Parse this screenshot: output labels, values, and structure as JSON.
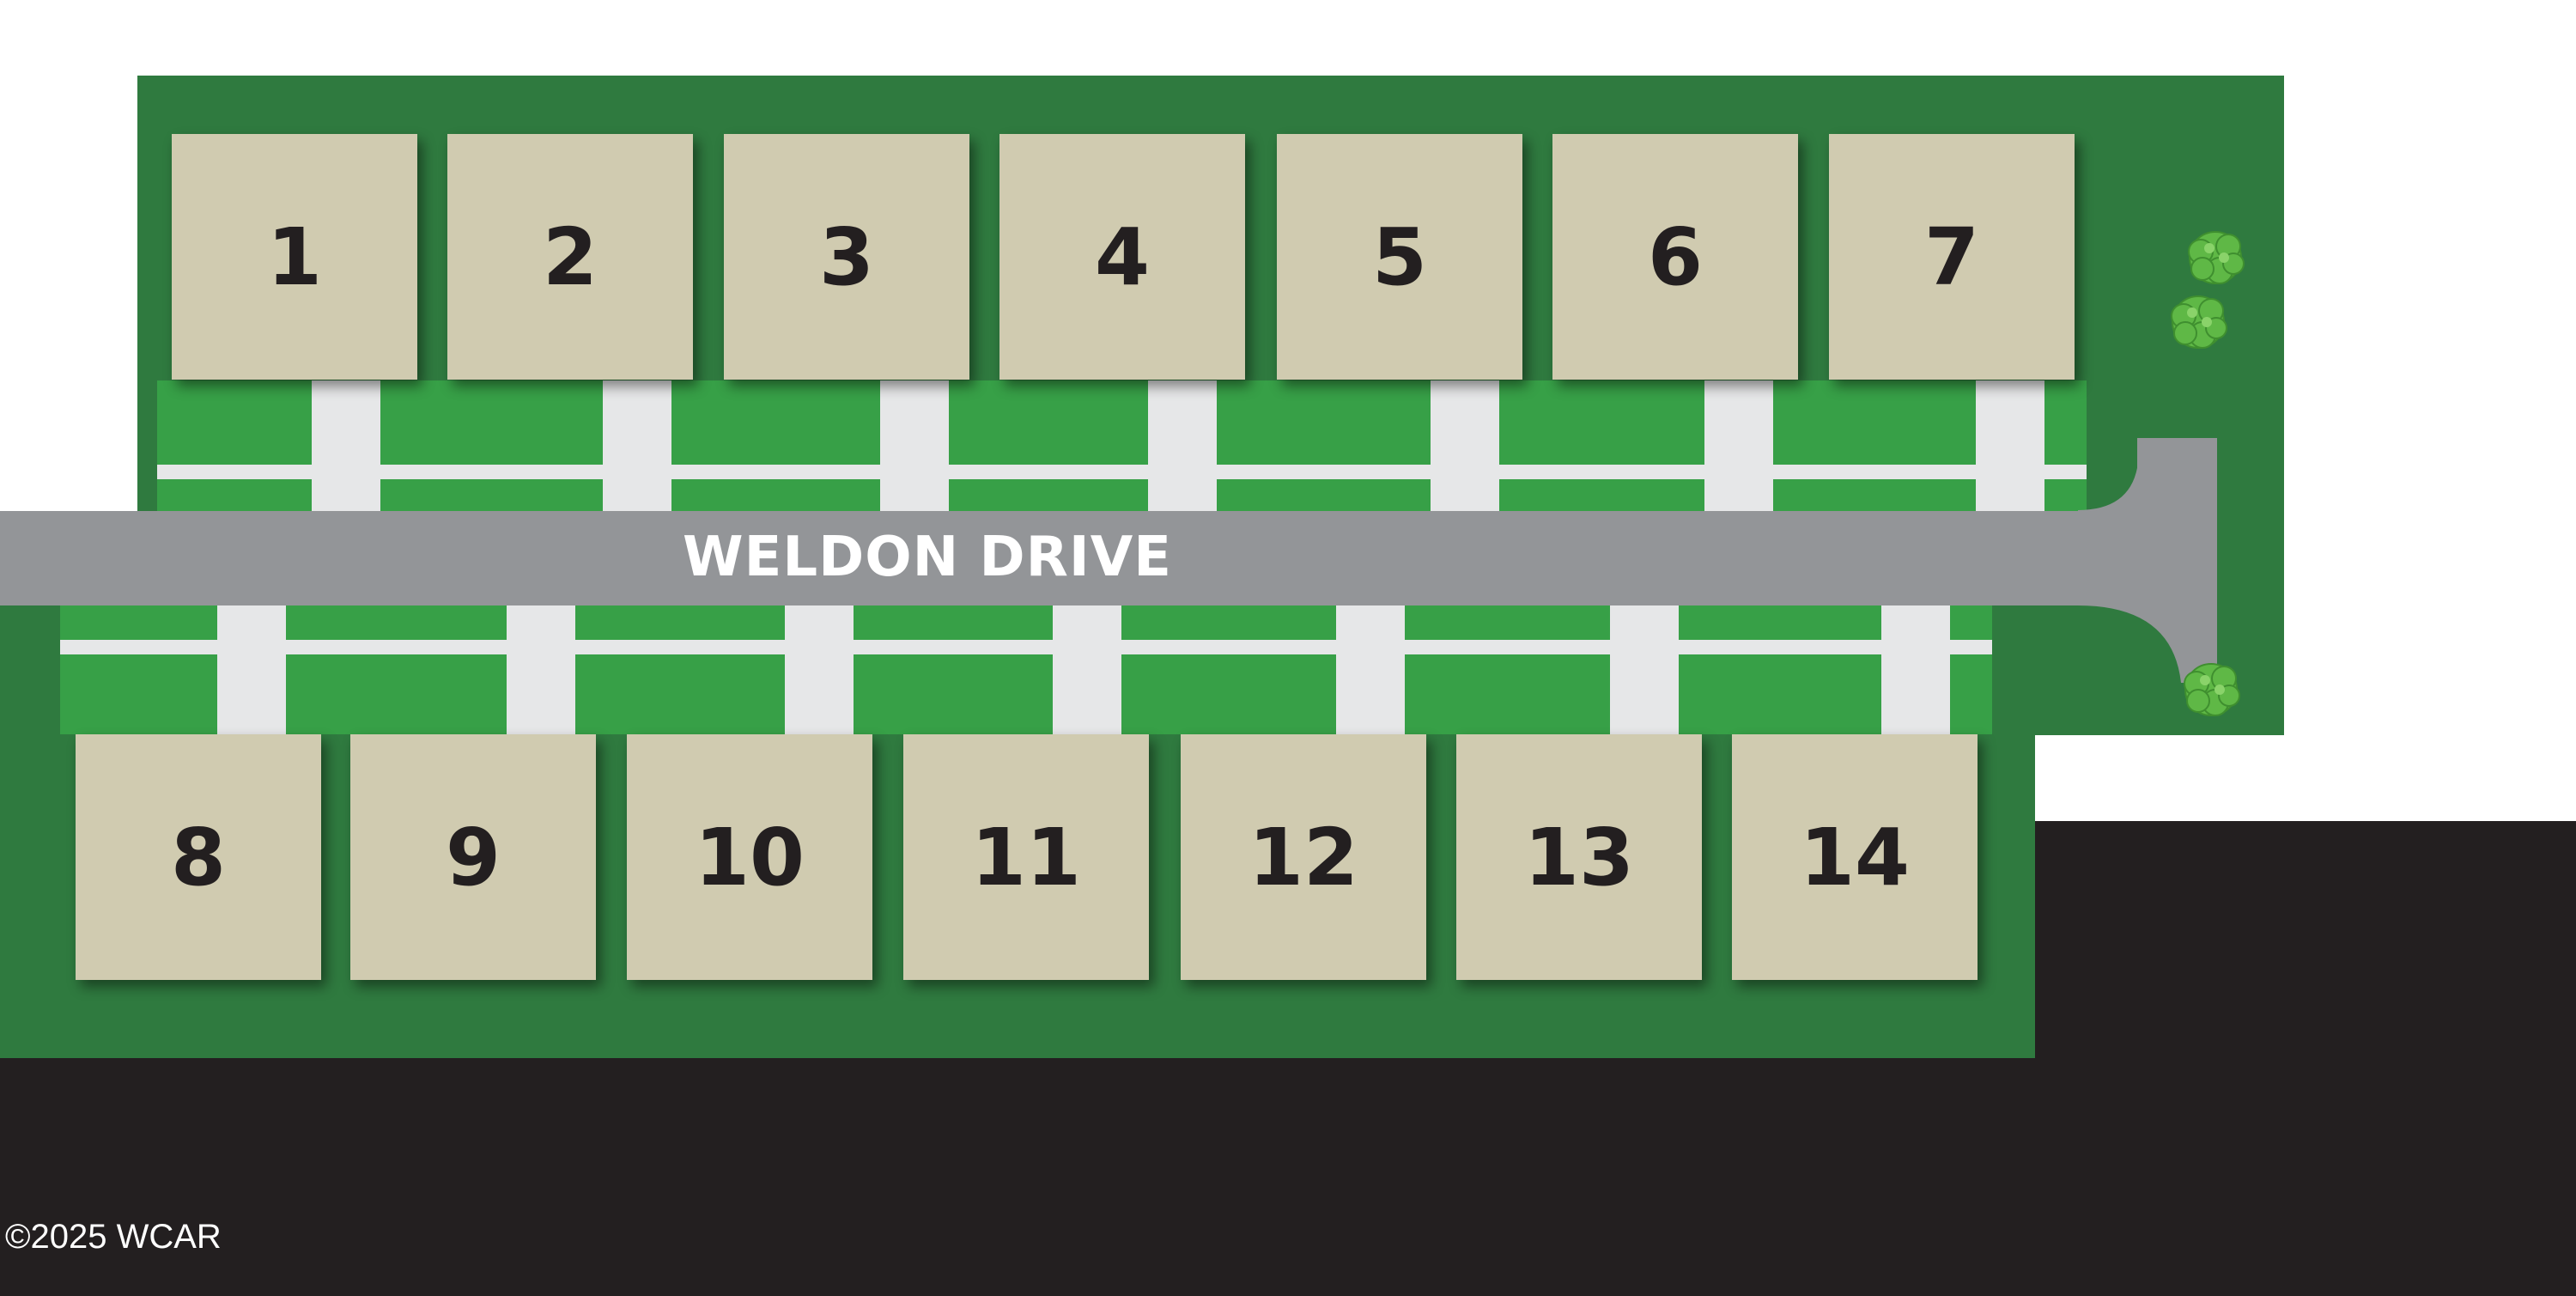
{
  "map": {
    "road_name": "WELDON DRIVE",
    "copyright": "©2025 WCAR",
    "lots_north": [
      "1",
      "2",
      "3",
      "4",
      "5",
      "6",
      "7"
    ],
    "lots_south": [
      "8",
      "9",
      "10",
      "11",
      "12",
      "13",
      "14"
    ],
    "colors": {
      "lot": "#d0cbb0",
      "lawn_dark": "#2f7a3f",
      "lawn_strip": "#37a047",
      "road": "#939598",
      "sidewalk": "#e6e7e8",
      "background_dark": "#231f20",
      "label_text": "#231f20"
    },
    "icons": [
      "tree-icon"
    ]
  }
}
